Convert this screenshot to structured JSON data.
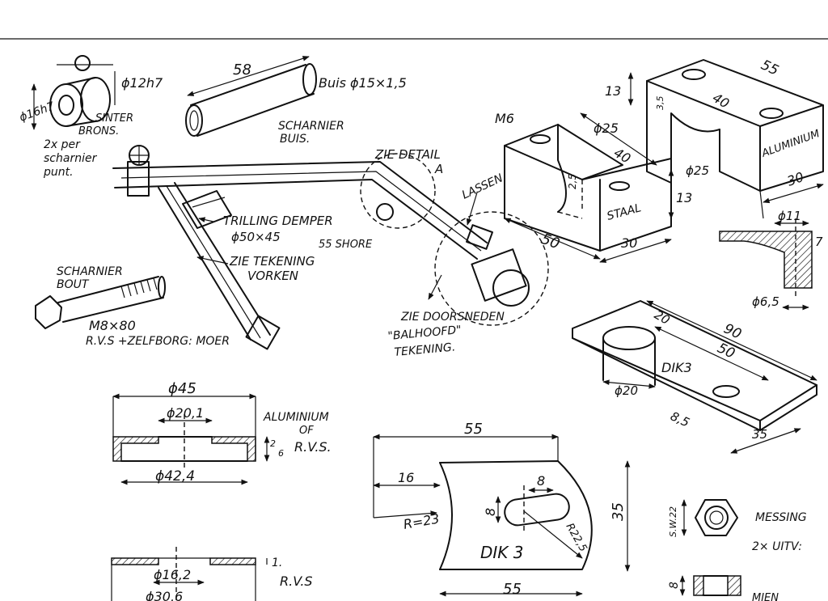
{
  "labels": {
    "bushing_dia_inner": "ϕ12h7",
    "bushing_dia_outer": "ϕ16h7",
    "sinter": "SINTER",
    "brons": "BRONS.",
    "per_pivot_1": "2x per",
    "per_pivot_2": "scharnier",
    "per_pivot_3": "punt.",
    "tube_length": "58",
    "tube_spec": "Buis ϕ15×1,5",
    "hinge_tube_1": "SCHARNIER",
    "hinge_tube_2": "BUIS.",
    "see_detail_1": "ZIE DETAIL",
    "see_detail_2": "A",
    "weld": "LASSEN",
    "damper_1": "TRILLING DEMPER",
    "damper_2": "ϕ50×45",
    "damper_3": "55 SHORE",
    "forks_1": "ZIE TEKENING",
    "forks_2": "VORKEN",
    "hinge_bolt_1": "SCHARNIER",
    "hinge_bolt_2": "BOUT",
    "bolt_spec": "M8×80",
    "bolt_material": "R.V.S +ZELFBORG: MOER",
    "head_sections_1": "ZIE DOORSNEDEN",
    "head_sections_2": "\"BALHOOFD\"",
    "head_sections_3": "TEKENING.",
    "steel_m6": "M6",
    "steel_d25": "ϕ25",
    "steel_40": "40",
    "steel_25": "2,5",
    "steel_13": "13",
    "steel_50": "50",
    "steel_30": "30",
    "steel_material": "STAAL",
    "alu_55": "55",
    "alu_13": "13",
    "alu_35": "3,5",
    "alu_40": "40",
    "alu_d25": "ϕ25",
    "alu_30": "30",
    "alu_material": "ALUMINIUM",
    "sec_d11": "ϕ11",
    "sec_7": "7",
    "sec_d65": "ϕ6,5",
    "plate_20": "20",
    "plate_90": "90",
    "plate_50": "50",
    "plate_thick": "DIK3",
    "plate_d20": "ϕ20",
    "plate_85": "8,5",
    "plate_35": "35",
    "washer_d45": "ϕ45",
    "washer_d201": "ϕ20,1",
    "washer_2": "2",
    "washer_6": "6",
    "washer_d424": "ϕ42,4",
    "washer_mat_1": "ALUMINIUM",
    "washer_mat_2": "OF",
    "washer_mat_3": "R.V.S.",
    "flat_55_top": "55",
    "flat_16": "16",
    "flat_8a": "8",
    "flat_8b": "8",
    "flat_r23": "R=23",
    "flat_r225": "R22,5",
    "flat_35": "35",
    "flat_thick": "DIK 3",
    "flat_55_bot": "55",
    "nut_sw": "S.W.22",
    "nut_material": "MESSING",
    "nut_qty": "2× UITV:",
    "ring_1": "1.",
    "ring_mat": "R.V.S",
    "ring_d162": "ϕ16,2",
    "ring_d306": "ϕ30,6",
    "nut2_8": "8",
    "nut2_mat": "MIEN"
  }
}
